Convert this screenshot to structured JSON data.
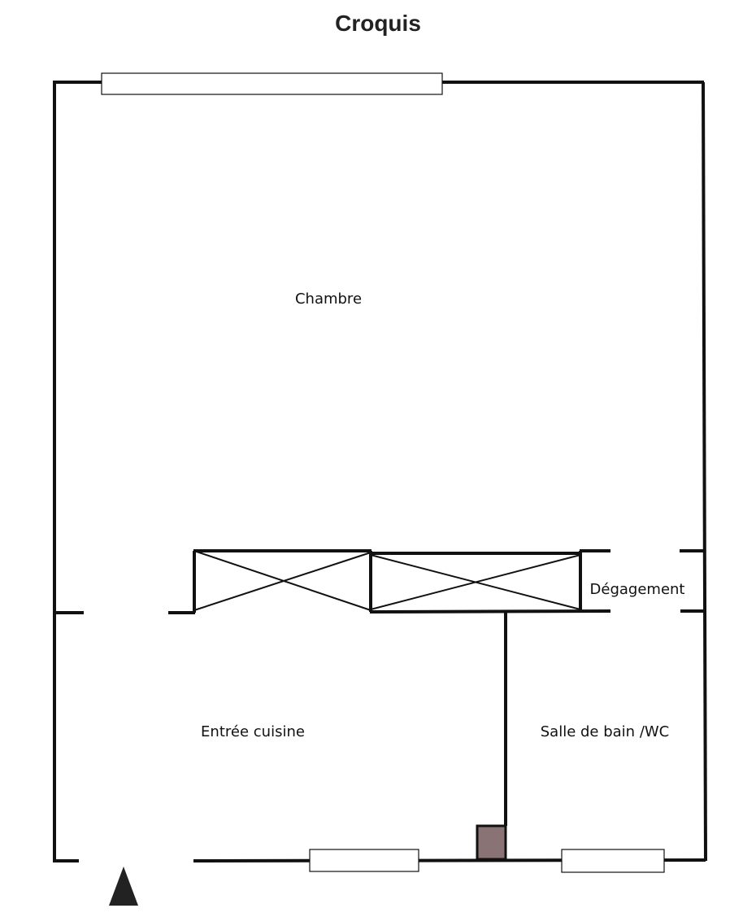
{
  "title": "Croquis",
  "rooms": {
    "chambre": "Chambre",
    "degagement": "Dégagement",
    "entree_cuisine": "Entrée cuisine",
    "salle_de_bain": "Salle de bain /WC"
  },
  "colors": {
    "walls": "#111111",
    "chimney": "#8a7374",
    "entrance_arrow": "#222222"
  },
  "icons": {
    "entrance": "entrance-arrow-icon"
  }
}
